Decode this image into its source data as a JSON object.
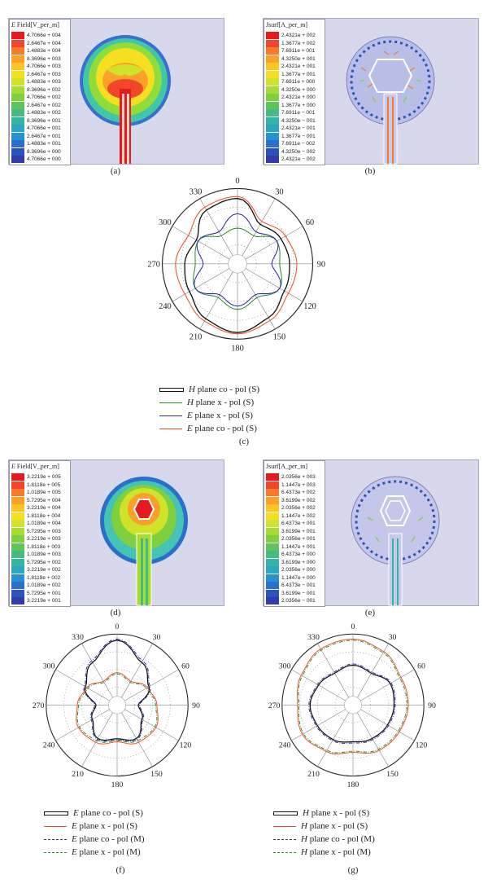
{
  "panels": {
    "a": {
      "caption": "(a)",
      "legend_title_italic": "E",
      "legend_title_rest": " Field[V_per_m]",
      "values": [
        "4.7066e + 004",
        "2.6467e + 004",
        "1.4883e + 004",
        "8.3696e + 003",
        "4.7066e + 003",
        "2.6467e + 003",
        "1.4883e + 003",
        "8.3696e + 002",
        "4.7066e + 002",
        "2.6467e + 002",
        "1.4883e + 002",
        "8.3696e + 001",
        "4.7066e + 001",
        "2.6467e + 001",
        "1.4883e + 001",
        "8.3696e + 000",
        "4.7066e + 000"
      ]
    },
    "b": {
      "caption": "(b)",
      "legend_title_italic": "",
      "legend_title_rest": "Jsurf[A_per_m]",
      "values": [
        "2.4321e + 002",
        "1.3677e + 002",
        "7.6911e + 001",
        "4.3250e + 001",
        "2.4321e + 001",
        "1.3677e + 001",
        "7.6911e + 000",
        "4.3250e + 000",
        "2.4321e + 000",
        "1.3677e + 000",
        "7.6911e − 001",
        "4.3250e − 001",
        "2.4321e − 001",
        "1.3677e − 001",
        "7.6911e − 002",
        "4.3250e − 002",
        "2.4321e − 002"
      ]
    },
    "c": {
      "caption": "(c)"
    },
    "d": {
      "caption": "(d)",
      "legend_title_italic": "E",
      "legend_title_rest": " Field[V_per_m]",
      "values": [
        "3.2219e + 005",
        "1.8118e + 005",
        "1.0189e + 005",
        "5.7295e + 004",
        "3.2219e + 004",
        "1.8118e + 004",
        "1.0189e + 004",
        "5.7295e + 003",
        "3.2219e + 003",
        "1.8118e + 003",
        "1.0189e + 003",
        "5.7295e + 002",
        "3.2219e + 002",
        "1.8118e + 002",
        "1.0189e + 002",
        "5.7295e + 001",
        "3.2219e + 001"
      ]
    },
    "e": {
      "caption": "(e)",
      "legend_title_italic": "",
      "legend_title_rest": "Jsurf[A_per_m]",
      "values": [
        "2.0356e + 003",
        "1.1447e + 003",
        "6.4373e + 002",
        "3.6199e + 002",
        "2.0356e + 002",
        "1.1447e + 002",
        "6.4373e + 001",
        "3.6199e + 001",
        "2.0356e + 001",
        "1.1447e + 001",
        "6.4373e + 000",
        "3.6199e + 000",
        "2.0356e + 000",
        "1.1447e + 000",
        "6.4373e − 001",
        "3.6199e − 001",
        "2.0356e − 001"
      ]
    },
    "f": {
      "caption": "(f)"
    },
    "g": {
      "caption": "(g)"
    }
  },
  "scale_colors": [
    "#e41a1c",
    "#f2462a",
    "#f77a2a",
    "#fba12a",
    "#fdc524",
    "#f4e021",
    "#cfe32a",
    "#a7db35",
    "#7fcf3e",
    "#5ec55a",
    "#46bb80",
    "#36b4a3",
    "#2aa6c1",
    "#2690d0",
    "#2a6fca",
    "#2c52bc",
    "#2f3caa"
  ],
  "polar_angle_labels": [
    "0",
    "30",
    "60",
    "90",
    "120",
    "150",
    "180",
    "210",
    "240",
    "270",
    "300",
    "330"
  ],
  "legend_c": [
    {
      "it": "H",
      "rest": " plane co - pol (S)",
      "color": "#111111",
      "style": "double"
    },
    {
      "it": "H",
      "rest": " plane x - pol (S)",
      "color": "#2e8b2e",
      "style": "solid"
    },
    {
      "it": "E",
      "rest": " plane x - pol (S)",
      "color": "#2b2b9a",
      "style": "solid"
    },
    {
      "it": "E",
      "rest": " plane co - pol (S)",
      "color": "#e8502a",
      "style": "solid"
    }
  ],
  "legend_f": [
    {
      "it": "E",
      "rest": " plane co - pol (S)",
      "color": "#111111",
      "style": "double"
    },
    {
      "it": "E",
      "rest": " plane x - pol (S)",
      "color": "#e8502a",
      "style": "solid"
    },
    {
      "it": "E",
      "rest": " plane co - pol (M)",
      "color": "#2b2b9a",
      "style": "dashdot"
    },
    {
      "it": "E",
      "rest": " plane x - pol (M)",
      "color": "#2e8b2e",
      "style": "dashdot"
    }
  ],
  "legend_g": [
    {
      "it": "H",
      "rest": " plane x - pol (S)",
      "color": "#111111",
      "style": "double"
    },
    {
      "it": "H",
      "rest": " plane x - pol (S)",
      "color": "#e8502a",
      "style": "solid"
    },
    {
      "it": "H",
      "rest": " plane co - pol (M)",
      "color": "#2b2b9a",
      "style": "dashdot"
    },
    {
      "it": "H",
      "rest": " plane x - pol (M)",
      "color": "#2e8b2e",
      "style": "dashdot"
    }
  ],
  "chart_data": [
    {
      "type": "polar",
      "panel": "c",
      "angles_deg": [
        0,
        30,
        60,
        90,
        120,
        150,
        180,
        210,
        240,
        270,
        300,
        330
      ],
      "series": [
        {
          "name": "H plane co - pol (S)",
          "r": [
            0.85,
            0.55,
            0.62,
            0.65,
            0.68,
            0.8,
            0.9,
            0.82,
            0.7,
            0.66,
            0.58,
            0.8
          ]
        },
        {
          "name": "H plane x - pol (S)",
          "r": [
            0.4,
            0.35,
            0.55,
            0.5,
            0.6,
            0.45,
            0.55,
            0.45,
            0.6,
            0.5,
            0.55,
            0.35
          ]
        },
        {
          "name": "E plane x - pol (S)",
          "r": [
            0.62,
            0.42,
            0.55,
            0.38,
            0.6,
            0.4,
            0.5,
            0.4,
            0.6,
            0.38,
            0.55,
            0.42
          ]
        },
        {
          "name": "E plane co - pol (S)",
          "r": [
            0.88,
            0.6,
            0.7,
            0.76,
            0.75,
            0.85,
            0.92,
            0.86,
            0.78,
            0.8,
            0.72,
            0.85
          ]
        }
      ]
    },
    {
      "type": "polar",
      "panel": "f",
      "angles_deg": [
        0,
        30,
        60,
        90,
        120,
        150,
        180,
        210,
        240,
        270,
        300,
        330
      ],
      "series": [
        {
          "name": "E plane co - pol (S)",
          "r": [
            0.9,
            0.65,
            0.45,
            0.2,
            0.32,
            0.48,
            0.4,
            0.48,
            0.32,
            0.2,
            0.45,
            0.65
          ]
        },
        {
          "name": "E plane x - pol (S)",
          "r": [
            0.38,
            0.3,
            0.42,
            0.5,
            0.58,
            0.55,
            0.45,
            0.55,
            0.58,
            0.5,
            0.42,
            0.3
          ]
        },
        {
          "name": "E plane co - pol (M)",
          "r": [
            0.92,
            0.68,
            0.47,
            0.22,
            0.34,
            0.5,
            0.42,
            0.5,
            0.34,
            0.22,
            0.47,
            0.68
          ]
        },
        {
          "name": "E plane x - pol (M)",
          "r": [
            0.36,
            0.28,
            0.4,
            0.48,
            0.56,
            0.52,
            0.43,
            0.52,
            0.56,
            0.48,
            0.4,
            0.28
          ]
        }
      ]
    },
    {
      "type": "polar",
      "panel": "g",
      "angles_deg": [
        0,
        30,
        60,
        90,
        120,
        150,
        180,
        210,
        240,
        270,
        300,
        330
      ],
      "series": [
        {
          "name": "H plane x - pol (S)",
          "r": [
            0.5,
            0.45,
            0.55,
            0.52,
            0.5,
            0.48,
            0.45,
            0.5,
            0.52,
            0.55,
            0.5,
            0.45
          ]
        },
        {
          "name": "H plane x - pol (S)",
          "r": [
            0.92,
            0.85,
            0.75,
            0.75,
            0.72,
            0.7,
            0.62,
            0.72,
            0.8,
            0.75,
            0.82,
            0.9
          ]
        },
        {
          "name": "H plane co - pol (M)",
          "r": [
            0.52,
            0.47,
            0.57,
            0.54,
            0.52,
            0.5,
            0.47,
            0.52,
            0.54,
            0.57,
            0.52,
            0.47
          ]
        },
        {
          "name": "H plane x - pol (M)",
          "r": [
            0.9,
            0.83,
            0.73,
            0.73,
            0.7,
            0.68,
            0.6,
            0.7,
            0.78,
            0.73,
            0.8,
            0.88
          ]
        }
      ]
    }
  ]
}
